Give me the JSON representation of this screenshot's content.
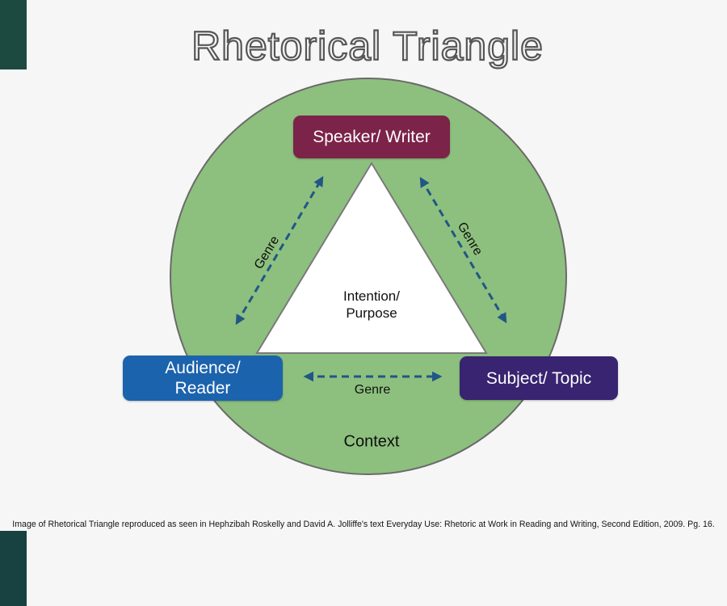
{
  "page": {
    "background_color": "#f6f6f6"
  },
  "title": {
    "text": "Rhetorical Triangle",
    "style": "hollow outlined letters",
    "outline_color": "#565656",
    "fill_color": "#f8f8f8"
  },
  "diagram": {
    "circle": {
      "fill": "#8dc07e",
      "border_color": "#6a6a6a"
    },
    "triangle": {
      "fill": "#ffffff",
      "border_color": "#7a7a7a"
    },
    "nodes": {
      "speaker": {
        "label": "Speaker/ Writer",
        "color": "#7c2349",
        "position": "top"
      },
      "audience": {
        "label": "Audience/ Reader",
        "line1": "Audience/",
        "line2": "Reader",
        "color": "#1c63ad",
        "position": "bottom-left"
      },
      "subject": {
        "label": "Subject/ Topic",
        "color": "#382470",
        "position": "bottom-right"
      }
    },
    "center_label": {
      "line1": "Intention/",
      "line2": "Purpose"
    },
    "edge_labels": {
      "left": "Genre",
      "right": "Genre",
      "bottom": "Genre"
    },
    "context_label": "Context",
    "arrows": {
      "color": "#215687",
      "style": "dashed, double-headed",
      "count": 3
    }
  },
  "caption": {
    "text": "Image of Rhetorical Triangle reproduced as seen in Hephzibah Roskelly and David A. Jolliffe's text Everyday Use: Rhetoric at Work in Reading and Writing, Second Edition, 2009. Pg. 16."
  },
  "decorations": {
    "corner_block_top_left_color": "#1c4a41",
    "corner_block_bottom_left_color": "#174241"
  }
}
